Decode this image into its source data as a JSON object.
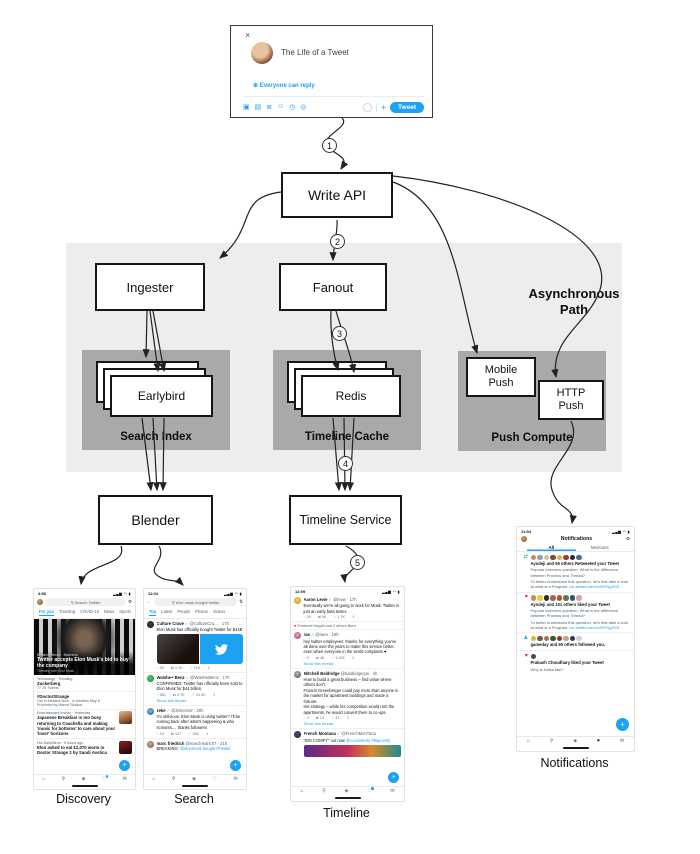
{
  "colors": {
    "twitter_blue": "#1DA1F2",
    "retweet_green": "#17BF63",
    "like_pink": "#E0245E",
    "band_gray": "#EDEDED",
    "panel_gray": "#A9A9A9"
  },
  "icons": {
    "close": "×",
    "globe": "⊕",
    "media": "▣",
    "gif": "▤",
    "poll": "≣",
    "emoji": "☺",
    "schedule": "◷",
    "location": "◎",
    "plus": "+",
    "search": "⚲",
    "gear": "⚙",
    "back": "←",
    "filter": "⇅",
    "more": "…",
    "reply": "◌",
    "retweet": "⇄",
    "like": "♡",
    "like_filled": "♥",
    "share": "↥",
    "home": "⌂",
    "spaces": "◈",
    "bell": "♡",
    "bell_filled": "♥",
    "mail": "✉",
    "follow": "♟",
    "verified": "✓",
    "signal": "▂▄▆",
    "wifi": "◠",
    "battery": "▮",
    "fab": "+"
  },
  "composer": {
    "text": "The Life of a Tweet",
    "audience": "Everyone can reply",
    "button": "Tweet"
  },
  "diagram": {
    "steps": [
      "1",
      "2",
      "3",
      "4",
      "5"
    ],
    "write_api": "Write API",
    "ingester": "Ingester",
    "fanout": "Fanout",
    "earlybird": "Earlybird",
    "search_index": "Search Index",
    "redis": "Redis",
    "timeline_cache": "Timeline Cache",
    "mobile_push": "Mobile Push",
    "http_push": "HTTP Push",
    "push_compute": "Push Compute",
    "async_path": "Asynchronous Path",
    "blender": "Blender",
    "timeline_service": "Timeline Service"
  },
  "captions": {
    "discovery": "Discovery",
    "search": "Search",
    "timeline": "Timeline",
    "notifications": "Notifications"
  },
  "phones": {
    "discovery": {
      "time": "4:56",
      "search_placeholder": "Search Twitter",
      "tabs": [
        "For you",
        "Trending",
        "COVID-19",
        "News",
        "Sports"
      ],
      "hero": {
        "kicker": "Breaking News · Business",
        "title": "Twitter accepts Elon Musk's bid to buy the company",
        "sub": "Trending with Elon Musk"
      },
      "rows": [
        {
          "kicker": "Technology · Trending",
          "title": "Zuckerberg",
          "sub": "77.7K Tweets"
        },
        {
          "kicker": "#DoctorStrange",
          "title": "Out in theaters Now · In theaters May 6",
          "sub": "Promoted by Marvel Studios"
        },
        {
          "kicker": "Entertainment Insider · Yesterday",
          "title": "Japanese Breakfast is too busy returning to Coachella and making 'music for bottoms' to care about your 'loser' horizons"
        },
        {
          "kicker": "Hot DailyMirror · 5 hours ago",
          "title": "Elon asked to eat £2,070 worm in Doctor Strange 2 by Sandi Avstica"
        }
      ]
    },
    "search": {
      "time": "11:04",
      "query": "elon musk bought twitter",
      "tabs": [
        "Top",
        "Latest",
        "People",
        "Photos",
        "Videos"
      ],
      "tweets": [
        {
          "name": "Culture Crave",
          "handle": "@CultureCra… · 17h",
          "text": "Elon Musk has officially bought Twitter for $44B",
          "replies": "95",
          "retweets": "1.1K",
          "likes": "11K"
        },
        {
          "name": "Walshe+ Benz",
          "handle": "@WalshetBenz · 17h",
          "text": "CONFIRMED: Twitter has officially been sold to Elon Musk for $44 billion.",
          "replies": "561",
          "retweets": "5.7K",
          "likes": "24.9K",
          "thread": "Show this thread"
        },
        {
          "name": "zeke",
          "handle": "@Zekerizer · 20h",
          "text": "I'm oblivious: Elon Musk is using twitter? I'll be coming back after what's happening & who screams..., thanks followers",
          "replies": "18",
          "retweets": "137",
          "likes": "396"
        },
        {
          "name": "marc friedrich",
          "handle": "@marcfriedrich7 · 21h",
          "text": "BREAKING: ",
          "link": "@elonmusk bought #Twitter"
        }
      ]
    },
    "timeline": {
      "time": "12:09",
      "liked_by": "Emanuel Magdil and 2 others liked",
      "tweets": [
        {
          "name": "Aaron Levie",
          "handle": "@levie · 17h",
          "text": "Eventually we're all going to work for Musk. Twitter is just an early beta tester.",
          "replies": "29",
          "retweets": "96",
          "likes": "1.7K"
        },
        {
          "name": "rae",
          "handle": "@raee · 19h",
          "text": "hey twitter employees: thanks for everything you've all done over the years to make this service better, even when everyone in the world complains ♥",
          "replies": "9",
          "retweets": "48",
          "likes": "1,045",
          "thread": "Show this thread"
        },
        {
          "name": "Mitchell Baldridge",
          "handle": "@baldridgecpa · 2h",
          "p1": "How to build a great business – find value where others don't.",
          "p2": "Francis Greenberger could pay more than anyone in the market for apartment buildings and made a fortune.",
          "p3": "His strategy – while his competition would rent the apartments, he would convert them to co-ops.",
          "replies": "3",
          "retweets": "13",
          "likes": "41",
          "thread": "Show this thread"
        },
        {
          "name": "French Montana",
          "handle": "@FrenchMonTana",
          "text": "\"BIG COMFY\" out now ",
          "link": "@cocainecity #bigcomfy"
        }
      ]
    },
    "notifications": {
      "time": "11:54",
      "title": "Notifications",
      "tabs": [
        "All",
        "Mentions"
      ],
      "items": [
        {
          "title": "Ayodeji and 90 others Retweeted your Tweet",
          "body1": "Popular interview question: What is the difference between Process and Thread?",
          "body2": "To better understand this question, let's first take a look at what is a Program. ",
          "link": "pic.twitter.com/xxWYNg3GE"
        },
        {
          "title": "Ayodeji and 101 others liked your Tweet",
          "body1": "Popular interview question: What is the difference between Process and Thread?",
          "body2": "To better understand this question, let's first take a look at what is a Program. ",
          "link": "pic.twitter.com/xxWYNg3GE"
        },
        {
          "title": "gameday and 90 others followed you."
        },
        {
          "title": "Prakash Choudhary liked your Tweet",
          "body1": "Why is Kafka fast?"
        }
      ]
    }
  }
}
